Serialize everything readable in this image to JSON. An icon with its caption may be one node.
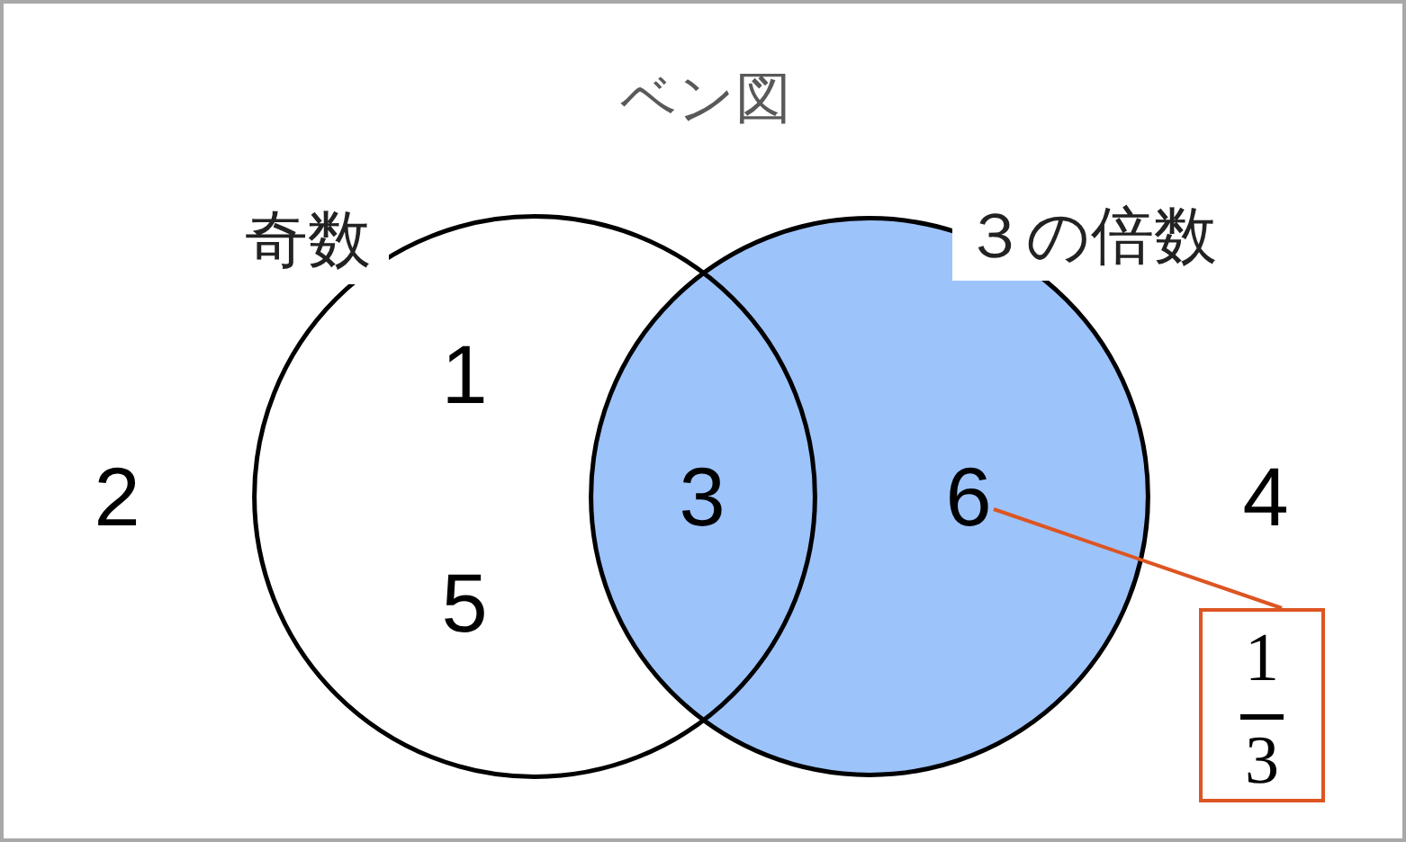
{
  "diagram": {
    "title": "ベン図",
    "nodes": [
      {
        "text": [
          "奇数"
        ]
      },
      {
        "text": [
          "３の倍数"
        ]
      },
      {
        "text": [
          "1"
        ],
        "in": 0
      },
      {
        "text": [
          "5"
        ],
        "in": 0
      },
      {
        "text": [
          "3"
        ]
      },
      {
        "text": [
          "6"
        ],
        "in": 1
      },
      {
        "text": [
          "2"
        ]
      },
      {
        "text": [
          "4"
        ]
      },
      {
        "text": [
          "1",
          "3"
        ]
      }
    ],
    "edges": [
      {
        "from": 8,
        "to": 5,
        "arrow": "none"
      }
    ]
  }
}
